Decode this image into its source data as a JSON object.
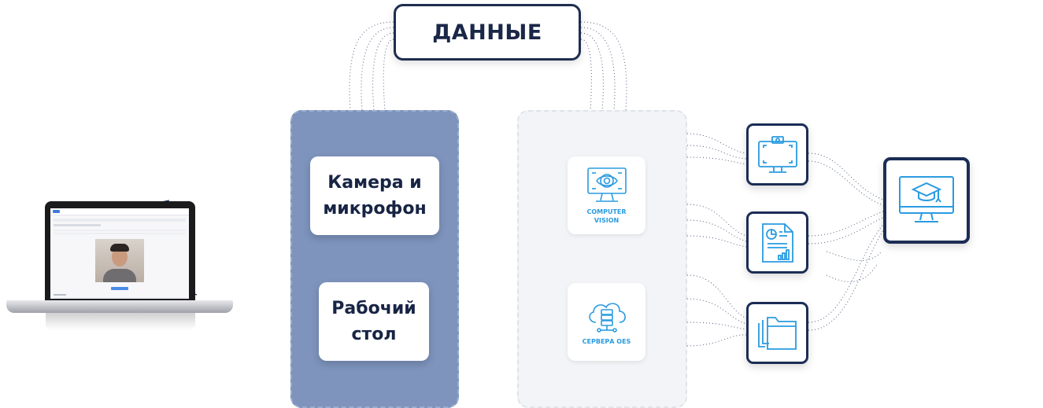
{
  "data_box": {
    "label": "ДАННЫЕ"
  },
  "inputs": [
    {
      "label_line1": "Камера и",
      "label_line2": "микрофон"
    },
    {
      "label_line1": "Рабочий",
      "label_line2": "стол"
    }
  ],
  "services": [
    {
      "label_line1": "COMPUTER",
      "label_line2": "VISION",
      "icon": "computer-vision-icon"
    },
    {
      "label_line1": "СЕРВЕРА OES",
      "label_line2": "",
      "icon": "cloud-server-icon"
    }
  ],
  "outputs": [
    {
      "icon": "webcam-monitor-icon"
    },
    {
      "icon": "report-chart-icon"
    },
    {
      "icon": "folders-icon"
    }
  ],
  "final": {
    "icon": "education-monitor-icon"
  },
  "colors": {
    "navy": "#1b2d55",
    "accent_blue": "#2a9be0",
    "panel_blue": "#7e94bd",
    "panel_light": "#f3f4f7"
  }
}
